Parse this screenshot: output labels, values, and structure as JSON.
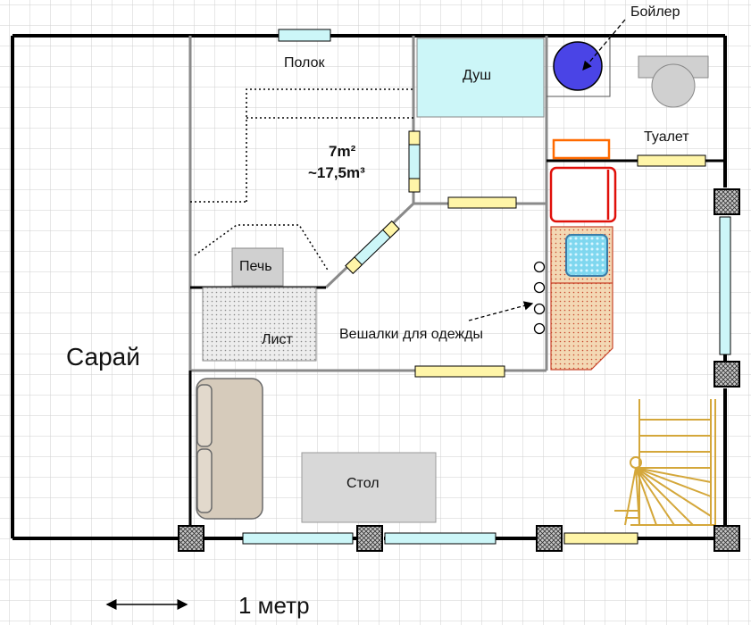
{
  "labels": {
    "shed": "Сарай",
    "shelf": "Полок",
    "shower": "Душ",
    "boiler": "Бойлер",
    "toilet": "Туалет",
    "area": "7m²",
    "volume": "~17,5m³",
    "stove": "Печь",
    "sheet": "Лист",
    "hangers": "Вешалки для одежды",
    "table": "Стол",
    "scale": "1 метр"
  },
  "colors": {
    "wall": "#000000",
    "thin_wall": "#9a9a9a",
    "grid": "#cfcfcf",
    "window_fill": "#ccf6f8",
    "door_fill": "#fff5a8",
    "pillar_fill": "#bfbfbf",
    "boiler_fill": "#4a44e6",
    "fridge": "#e0100a",
    "shelf_orange": "#ff6a00",
    "counter_fill": "#f3d8b4",
    "stairs": "#d4a73a",
    "sofa_fill": "#d6cbbb",
    "furniture_gray": "#d0d0d0"
  },
  "icons": [
    "boiler-icon",
    "toilet-icon",
    "sink-icon",
    "fridge-icon",
    "sofa-icon",
    "stairs-icon",
    "scale-arrow-icon"
  ]
}
